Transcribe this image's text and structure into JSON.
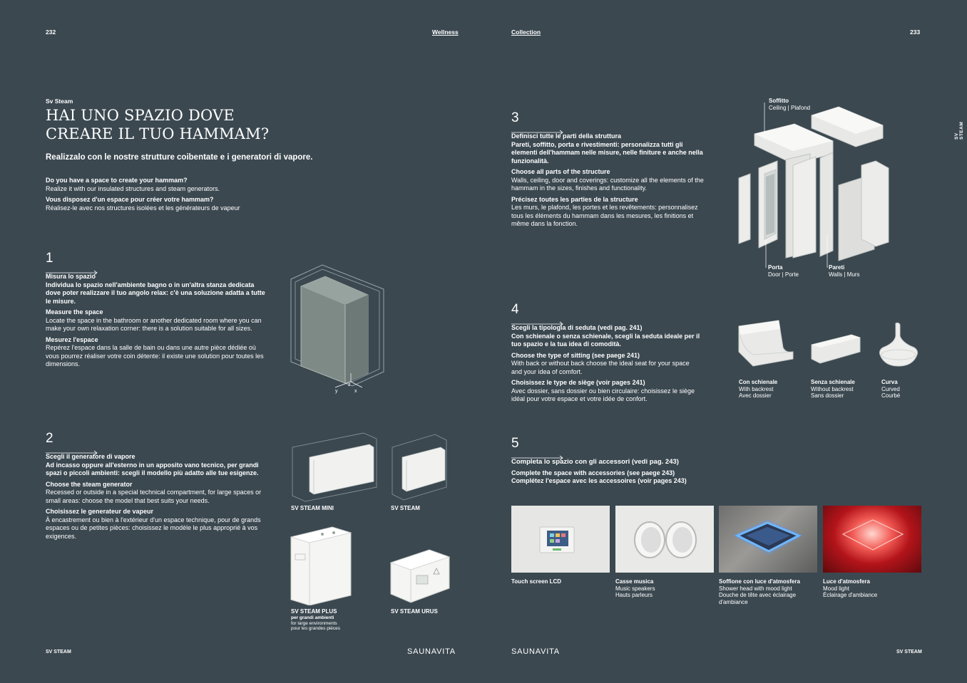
{
  "header": {
    "left_page": "232",
    "left_section": "Wellness",
    "right_section": "Collection",
    "right_page": "233",
    "side_tab": "SV STEAM"
  },
  "intro": {
    "eyebrow": "Sv Steam",
    "title_line1": "HAI UNO SPAZIO DOVE",
    "title_line2": "CREARE IL TUO HAMMAM?",
    "lead": "Realizzalo con le nostre strutture coibentate e i generatori di vapore.",
    "en_title": "Do you have a space to create your hammam?",
    "en_text": "Realize it with our insulated structures and steam generators.",
    "fr_title": "Vous disposez d'un espace pour créer votre hammam?",
    "fr_text": "Réalisez-le avec nos structures isolées et les générateurs de vapeur"
  },
  "steps": [
    {
      "number": "1",
      "it_title": "Misura lo spazio",
      "it_text": "Individua lo spazio nell'ambiente bagno o in un'altra stanza dedicata dove poter realizzare il tuo angolo relax: c'è una soluzione adatta a tutte le misure.",
      "en_title": "Measure the space",
      "en_text": "Locate the space in the bathroom or another dedicated room where you can make your own relaxation corner: there is a solution suitable for all sizes.",
      "fr_title": "Mesurez l'espace",
      "fr_text": "Repérez l'espace dans la salle de bain ou dans une autre pièce dédiée où vous pourrez réaliser votre coin détente: il existe une solution pour toutes les dimensions."
    },
    {
      "number": "2",
      "it_title": "Scegli il generatore di vapore",
      "it_text": "Ad incasso oppure all'esterno in un apposito vano tecnico, per grandi spazi o piccoli ambienti: scegli il modello più adatto alle tue esigenze.",
      "en_title": "Choose the steam generator",
      "en_text": "Recessed or outside in a special technical compartment, for large spaces or small areas: choose the model that best suits your needs.",
      "fr_title": "Choisissez le generateur de vapeur",
      "fr_text": "À encastrement ou bien à l'extérieur d'un espace technique, pour de grands espaces ou de petites pièces: choisissez le modèle le plus approprié à vos exigences."
    },
    {
      "number": "3",
      "it_title": "Definisci tutte le parti della struttura",
      "it_text": "Pareti, soffitto, porta e rivestimenti: personalizza tutti gli elementi dell'hammam nelle misure, nelle finiture e anche nella funzionalità.",
      "en_title": "Choose all parts of the structure",
      "en_text": "Walls, ceiling, door and coverings: customize all the elements of the hammam in the sizes, finishes and functionality.",
      "fr_title": "Précisez toutes les parties de la structure",
      "fr_text": "Les murs, le plafond, les portes et les revêtements: personnalisez tous les éléments du hammam dans les mesures, les finitions et même dans la fonction."
    },
    {
      "number": "4",
      "it_title": "Scegli la tipologia di seduta (vedi pag. 241)",
      "it_text": "Con schienale o senza schienale, scegli la seduta ideale per il tuo spazio  e la tua idea di comodità.",
      "en_title": "Choose the type of sitting (see paege 241)",
      "en_text": "With back or without back choose the ideal seat for your space and your idea of comfort.",
      "fr_title": "Choisissez le type de siège (voir pages 241)",
      "fr_text": "Avec dossier, sans dossier ou bien circulaire: choisissez le siège idéal pour votre espace et votre idée de confort."
    },
    {
      "number": "5",
      "it_title": "Completa lo spazio con gli accessori (vedi pag. 243)",
      "en_title": "Complete the space with accessories (see paege 243)",
      "fr_title": "Complétez l'espace avec les accessoires (voir pages 243)"
    }
  ],
  "dimension_labels": {
    "y": "y",
    "z": "z",
    "x": "x"
  },
  "generators": [
    {
      "name": "SV STEAM MINI"
    },
    {
      "name": "SV STEAM"
    },
    {
      "name": "SV STEAM PLUS",
      "sub1": "per grandi ambienti",
      "sub2": "for large environments",
      "sub3": "pour les grandes pièces"
    },
    {
      "name": "SV STEAM URUS"
    }
  ],
  "structure_labels": {
    "ceiling": {
      "title": "Soffitto",
      "sub": "Ceiling | Plafond"
    },
    "door": {
      "title": "Porta",
      "sub": "Door | Porte"
    },
    "walls": {
      "title": "Pareti",
      "sub": "Walls | Murs"
    }
  },
  "seats": [
    {
      "title": "Con schienale",
      "en": "With backrest",
      "fr": "Avec dossier"
    },
    {
      "title": "Senza schienale",
      "en": "Without backrest",
      "fr": "Sans dossier"
    },
    {
      "title": "Curva",
      "en": "Curved",
      "fr": "Courbé"
    }
  ],
  "accessories": [
    {
      "title": "Touch screen LCD"
    },
    {
      "title": "Casse musica",
      "en": "Music speakers",
      "fr": "Hauts parleurs"
    },
    {
      "title": "Soffione con luce d'atmosfera",
      "en": "Shower head with mood light",
      "fr": "Douche de tête avec éclairage d'ambiance"
    },
    {
      "title": "Luce d'atmosfera",
      "en": "Mood light",
      "fr": "Éclairage d'ambiance"
    }
  ],
  "footer": {
    "left_tag": "SV STEAM",
    "brand_left": "SAUNAVITA",
    "brand_right": "SAUNAVITA",
    "right_tag": "SV STEAM"
  }
}
